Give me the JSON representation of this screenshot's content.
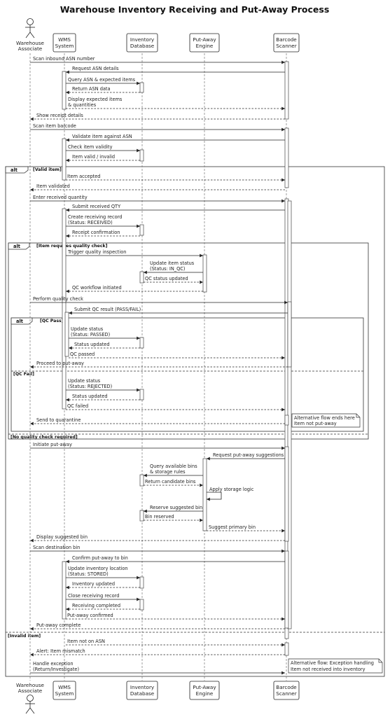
{
  "title": "Warehouse Inventory Receiving and Put-Away Process",
  "participants": [
    {
      "id": "assoc",
      "lines": [
        "Warehouse",
        "Associate"
      ],
      "kind": "actor"
    },
    {
      "id": "wms",
      "lines": [
        "WMS",
        "System"
      ],
      "kind": "box"
    },
    {
      "id": "db",
      "lines": [
        "Inventory",
        "Database"
      ],
      "kind": "box"
    },
    {
      "id": "pae",
      "lines": [
        "Put-Away",
        "Engine"
      ],
      "kind": "box"
    },
    {
      "id": "scan",
      "lines": [
        "Barcode",
        "Scanner"
      ],
      "kind": "box"
    }
  ],
  "messages": [
    {
      "text": [
        "Scan inbound ASN number"
      ]
    },
    {
      "text": [
        "Request ASN details"
      ]
    },
    {
      "text": [
        "Query ASN & expected items"
      ]
    },
    {
      "text": [
        "Return ASN data"
      ]
    },
    {
      "text": [
        "Display expected items",
        "& quantities"
      ]
    },
    {
      "text": [
        "Show receipt details"
      ]
    },
    {
      "text": [
        "Scan item barcode"
      ]
    },
    {
      "text": [
        "Validate item against ASN"
      ]
    },
    {
      "text": [
        "Check item validity"
      ]
    },
    {
      "text": [
        "Item valid / invalid"
      ]
    },
    {
      "text": [
        "Item accepted"
      ]
    },
    {
      "text": [
        "Item validated"
      ]
    },
    {
      "text": [
        "Enter received quantity"
      ]
    },
    {
      "text": [
        "Submit received QTY"
      ]
    },
    {
      "text": [
        "Create receiving record",
        "(Status: RECEIVED)"
      ]
    },
    {
      "text": [
        "Receipt confirmation"
      ]
    },
    {
      "text": [
        "Trigger quality inspection"
      ]
    },
    {
      "text": [
        "Update item status",
        "(Status: IN_QC)"
      ]
    },
    {
      "text": [
        "QC status updated"
      ]
    },
    {
      "text": [
        "QC workflow initiated"
      ]
    },
    {
      "text": [
        "Perform quality check"
      ]
    },
    {
      "text": [
        "Submit QC result (PASS/FAIL)"
      ]
    },
    {
      "text": [
        "Update status",
        "(Status: PASSED)"
      ]
    },
    {
      "text": [
        "Status updated"
      ]
    },
    {
      "text": [
        "QC passed"
      ]
    },
    {
      "text": [
        "Proceed to put-away"
      ]
    },
    {
      "text": [
        "Update status",
        "(Status: REJECTED)"
      ]
    },
    {
      "text": [
        "Status updated"
      ]
    },
    {
      "text": [
        "QC failed"
      ]
    },
    {
      "text": [
        "Send to quarantine"
      ]
    },
    {
      "text": [
        "Initiate put-away"
      ]
    },
    {
      "text": [
        "Request put-away suggestions"
      ]
    },
    {
      "text": [
        "Query available bins",
        "& storage rules"
      ]
    },
    {
      "text": [
        "Return candidate bins"
      ]
    },
    {
      "text": [
        "Apply storage logic"
      ]
    },
    {
      "text": [
        "Reserve suggested bin"
      ]
    },
    {
      "text": [
        "Bin reserved"
      ]
    },
    {
      "text": [
        "Suggest primary bin"
      ]
    },
    {
      "text": [
        "Display suggested bin"
      ]
    },
    {
      "text": [
        "Scan destination bin"
      ]
    },
    {
      "text": [
        "Confirm put-away to bin"
      ]
    },
    {
      "text": [
        "Update inventory location",
        "(Status: STORED)"
      ]
    },
    {
      "text": [
        "Inventory updated"
      ]
    },
    {
      "text": [
        "Close receiving record"
      ]
    },
    {
      "text": [
        "Receiving completed"
      ]
    },
    {
      "text": [
        "Put-away confirmed"
      ]
    },
    {
      "text": [
        "Put-away complete"
      ]
    },
    {
      "text": [
        "Item not on ASN"
      ]
    },
    {
      "text": [
        "Alert: Item mismatch"
      ]
    },
    {
      "text": [
        "Handle exception",
        "(Return/Investigate)"
      ]
    }
  ],
  "fragments": [
    {
      "keyword": "alt",
      "guard": "[Valid item]"
    },
    {
      "keyword": "",
      "guard": "[Invalid item]"
    },
    {
      "keyword": "alt",
      "guard": "[Item requires quality check]"
    },
    {
      "keyword": "",
      "guard": "[No quality check required]"
    },
    {
      "keyword": "alt",
      "guard": "[QC Pass]"
    },
    {
      "keyword": "",
      "guard": "[QC Fail]"
    }
  ],
  "notes": [
    {
      "lines": [
        "Alternative flow ends here",
        "Item not put-away"
      ]
    },
    {
      "lines": [
        "Alternative flow: Exception handling",
        "Item not received into inventory"
      ]
    }
  ]
}
